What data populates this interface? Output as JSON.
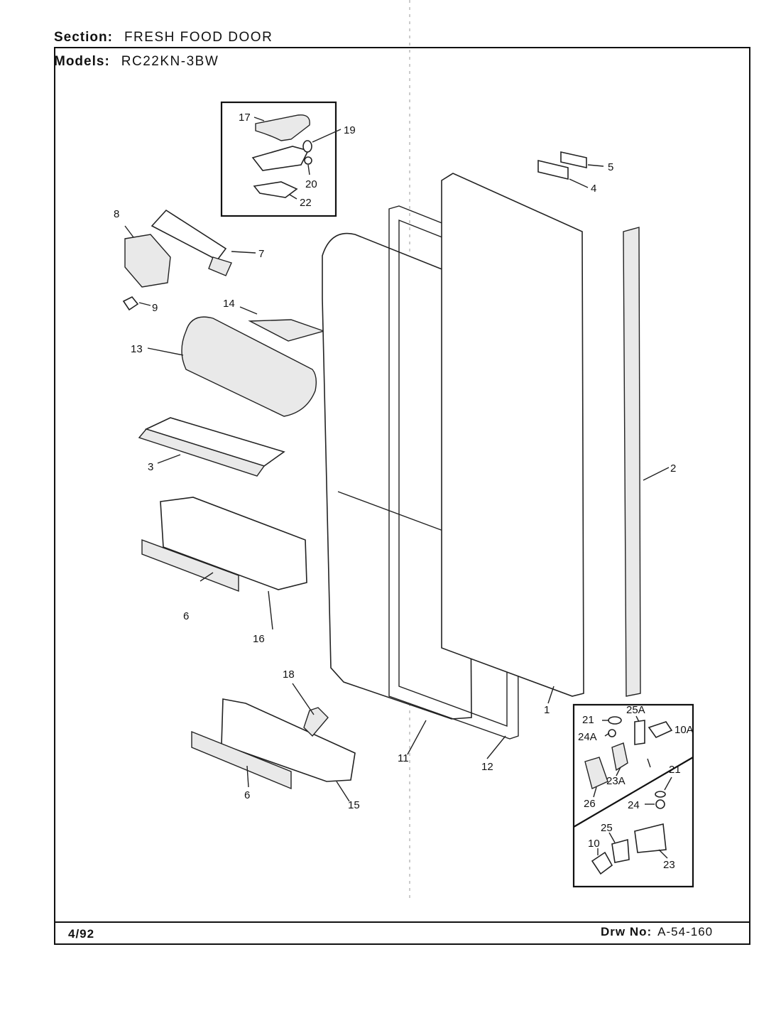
{
  "header": {
    "section_label": "Section:",
    "section_value": "FRESH FOOD DOOR",
    "models_label": "Models:",
    "models_value": "RC22KN-3BW"
  },
  "footer": {
    "date": "4/92",
    "drawing_label": "Drw No:",
    "drawing_value": "A-54-160"
  },
  "callouts": {
    "c1": "1",
    "c2": "2",
    "c3": "3",
    "c4": "4",
    "c5": "5",
    "c6a": "6",
    "c6b": "6",
    "c7": "7",
    "c8": "8",
    "c9": "9",
    "c10": "10",
    "c10A": "10A",
    "c11": "11",
    "c12": "12",
    "c13": "13",
    "c14": "14",
    "c15": "15",
    "c16": "16",
    "c17": "17",
    "c18": "18",
    "c19": "19",
    "c20": "20",
    "c21a": "21",
    "c21b": "21",
    "c22": "22",
    "c23": "23",
    "c23A": "23A",
    "c24": "24",
    "c24A": "24A",
    "c25": "25",
    "c25A": "25A",
    "c26": "26"
  }
}
